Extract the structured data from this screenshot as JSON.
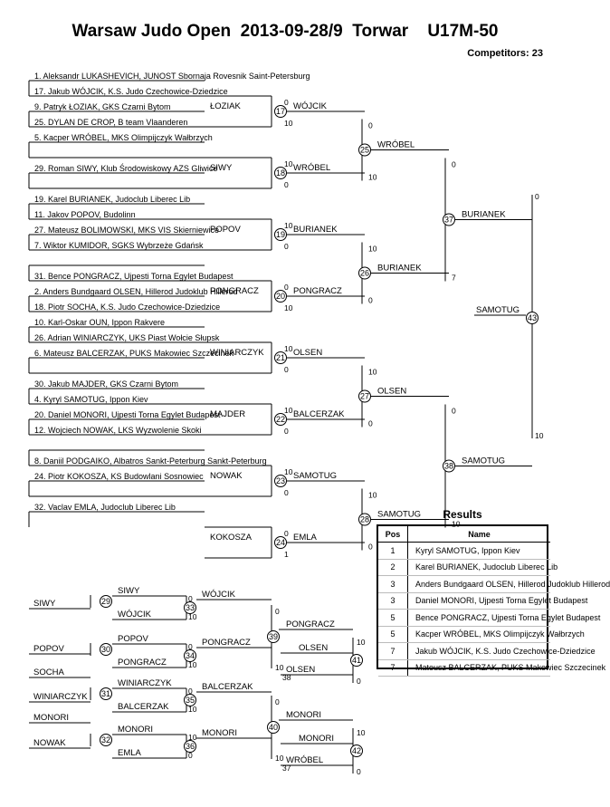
{
  "header": {
    "title": "Warsaw Judo Open  2013-09-28/9  Torwar    U17M-50",
    "competitors": "Competitors: 23"
  },
  "slots": [
    "1. Aleksandr LUKASHEVICH, JUNOST Sbornaja Rovesnik Saint-Petersburg",
    "17. Jakub WÓJCIK, K.S. Judo Czechowice-Dziedzice",
    "9. Patryk ŁOZIAK, GKS Czarni Bytom",
    "25. DYLAN DE CROP, B team Vlaanderen",
    "5. Kacper WRÓBEL, MKS Olimpijczyk Wałbrzych",
    "",
    "29. Roman SIWY, Klub Środowiskowy AZS Gliwice",
    "",
    "19. Karel BURIANEK, Judoclub Liberec Lib",
    "11. Jakov POPOV, Budolinn",
    "27. Mateusz BOLIMOWSKI, MKS VIS Skierniewice",
    "7. Wiktor KUMIDOR, SGKS Wybrzeże Gdańsk",
    "",
    "31. Bence PONGRACZ, Ujpesti Torna Egylet  Budapest",
    "2. Anders Bundgaard OLSEN, Hillerod Judoklub Hillerod",
    "18. Piotr SOCHA, K.S. Judo Czechowice-Dziedzice",
    "10. Karl-Oskar OUN, Ippon Rakvere",
    "26. Adrian WINIARCZYK, UKS Piast Wołcie Słupsk",
    "6. Mateusz BALCERZAK, PUKS Makowiec Szczecinek",
    "",
    "30. Jakub MAJDER, GKS Czarni Bytom",
    "4. Kyryl SAMOTUG, Ippon Kiev",
    "20. Daniel MONORI, Ujpesti Torna Egylet  Budapest",
    "12. Wojciech NOWAK, LKS Wyzwolenie Skoki",
    "",
    "8. Daniil PODGAIKO, Albatros Sankt-Peterburg Sankt-Peterburg",
    "24. Piotr KOKOSZA, KS Budowlani Sosnowiec",
    "",
    "32. Vaclav EMLA, Judoclub Liberec Lib"
  ],
  "r1": [
    {
      "n": "17",
      "w": "WÓJCIK",
      "s": [
        "0",
        "10"
      ]
    },
    {
      "n": "18",
      "w": "WRÓBEL",
      "s": [
        "10",
        "0"
      ]
    },
    {
      "n": "19",
      "w": "BURIANEK",
      "s": [
        "10",
        "0"
      ]
    },
    {
      "n": "20",
      "w": "PONGRACZ",
      "s": [
        "0",
        "10"
      ]
    },
    {
      "n": "21",
      "w": "OLSEN",
      "s": [
        "10",
        "0"
      ]
    },
    {
      "n": "22",
      "w": "BALCERZAK",
      "s": [
        "10",
        "0"
      ]
    },
    {
      "n": "23",
      "w": "SAMOTUG",
      "s": [
        "10",
        "0"
      ]
    },
    {
      "n": "24",
      "w": "EMLA",
      "s": [
        "0",
        "1"
      ]
    }
  ],
  "r1_carry": [
    "ŁOZIAK",
    "SIWY",
    "POPOV",
    "PONGRACZ",
    "WINIARCZYK",
    "MAJDER",
    "NOWAK",
    "KOKOSZA"
  ],
  "r2": [
    {
      "n": "25",
      "w": "WRÓBEL",
      "s": [
        "0",
        "10"
      ]
    },
    {
      "n": "26",
      "w": "BURIANEK",
      "s": [
        "10",
        "0"
      ]
    },
    {
      "n": "27",
      "w": "OLSEN",
      "s": [
        "10",
        "0"
      ]
    },
    {
      "n": "28",
      "w": "SAMOTUG",
      "s": [
        "10",
        "0"
      ]
    }
  ],
  "r3": [
    {
      "n": "37",
      "w": "BURIANEK",
      "s": [
        "0",
        "7"
      ]
    },
    {
      "n": "38",
      "w": "SAMOTUG",
      "s": [
        "0",
        "10"
      ]
    }
  ],
  "final": {
    "n": "43",
    "w": "SAMOTUG",
    "s": [
      "0",
      "10"
    ]
  },
  "rep_names": [
    "SIWY",
    "POPOV",
    "SOCHA",
    "WINIARCZYK",
    "MONORI",
    "NOWAK"
  ],
  "rep_r1": [
    {
      "n": "29",
      "top": "SIWY",
      "bottom": "WÓJCIK",
      "w": "WÓJCIK",
      "s": [
        "0",
        "10"
      ]
    },
    {
      "n": "30",
      "top": "POPOV",
      "bottom": "PONGRACZ",
      "w": "PONGRACZ",
      "s": [
        "0",
        "10"
      ]
    },
    {
      "n": "31",
      "top": "WINIARCZYK",
      "bottom": "BALCERZAK",
      "w": "BALCERZAK",
      "s": [
        "0",
        "10"
      ]
    },
    {
      "n": "32",
      "top": "MONORI",
      "bottom": "EMLA",
      "w": "MONORI",
      "s": [
        "10",
        "0"
      ]
    }
  ],
  "rep_s1": [
    "0",
    "0",
    "10",
    "10"
  ],
  "rep_r2": [
    {
      "n": "39",
      "w": "PONGRACZ",
      "s": [
        "0",
        "10"
      ]
    },
    {
      "n": "40",
      "w": "MONORI",
      "s": [
        "0",
        "10"
      ]
    }
  ],
  "bronze": [
    {
      "n": "41",
      "top": "OLSEN",
      "bottom": "OLSEN",
      "s": [
        "10",
        "0"
      ],
      "tag": "38"
    },
    {
      "n": "42",
      "top": "MONORI",
      "bottom": "WRÓBEL",
      "s": [
        "10",
        "0"
      ],
      "tag": "37"
    }
  ],
  "results": {
    "title": "Results",
    "headers": [
      "Pos",
      "Name"
    ],
    "rows": [
      {
        "pos": "1",
        "name": "Kyryl SAMOTUG, Ippon Kiev"
      },
      {
        "pos": "2",
        "name": "Karel BURIANEK, Judoclub Liberec Lib"
      },
      {
        "pos": "3",
        "name": "Anders Bundgaard OLSEN, Hillerod Judoklub Hillerod"
      },
      {
        "pos": "3",
        "name": "Daniel MONORI, Ujpesti Torna Egylet  Budapest"
      },
      {
        "pos": "5",
        "name": "Bence PONGRACZ, Ujpesti Torna Egylet  Budapest"
      },
      {
        "pos": "5",
        "name": "Kacper WRÓBEL, MKS Olimpijczyk Wałbrzych"
      },
      {
        "pos": "7",
        "name": "Jakub WÓJCIK, K.S. Judo Czechowice-Dziedzice"
      },
      {
        "pos": "7",
        "name": "Mateusz BALCERZAK, PUKS Makowiec Szczecinek"
      }
    ]
  }
}
